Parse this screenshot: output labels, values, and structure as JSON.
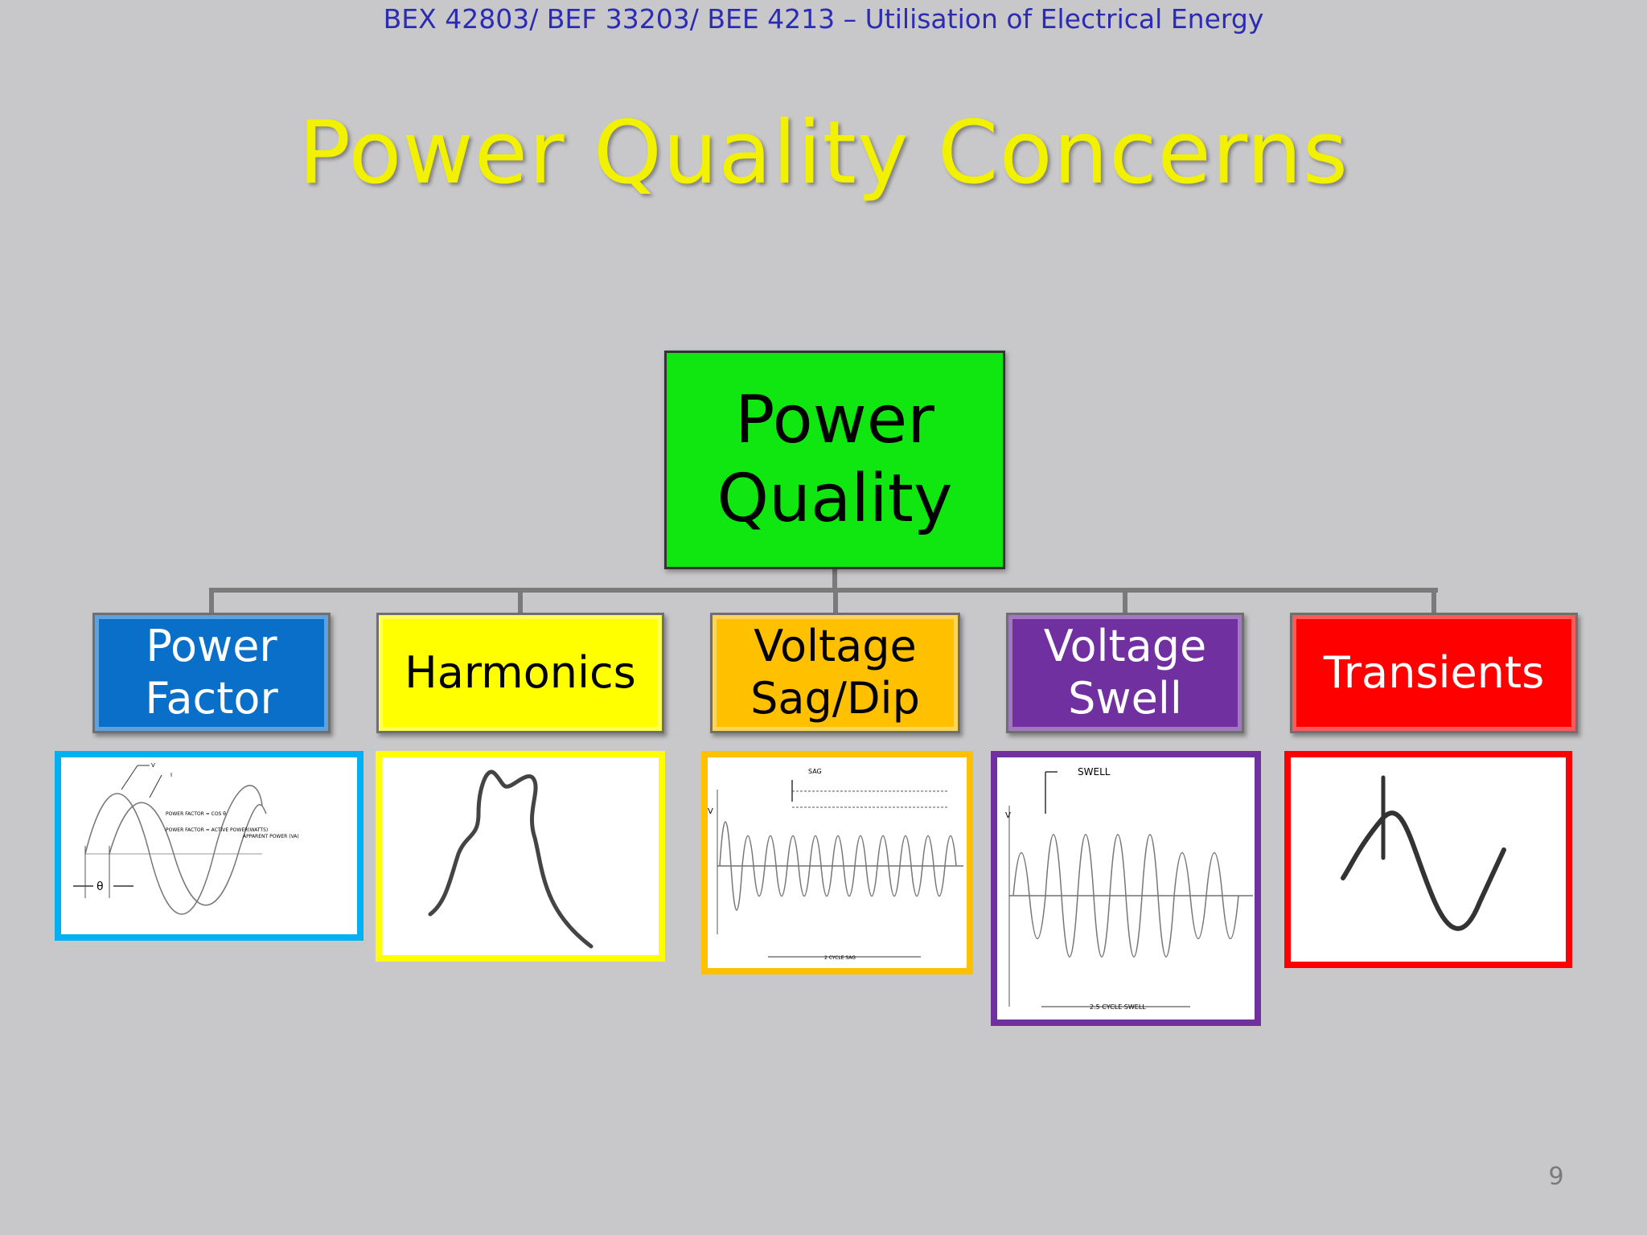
{
  "header": "BEX 42803/ BEF 33203/ BEE 4213 – Utilisation of Electrical Energy",
  "title": "Power Quality Concerns",
  "root": "Power\nQuality",
  "children": [
    {
      "label": "Power\nFactor",
      "color": "#0a6fc9"
    },
    {
      "label": "Harmonics",
      "color": "#ffff00"
    },
    {
      "label": "Voltage\nSag/Dip",
      "color": "#ffc000"
    },
    {
      "label": "Voltage\nSwell",
      "color": "#7030a0"
    },
    {
      "label": "Transients",
      "color": "#ff0000"
    }
  ],
  "figures": {
    "power_factor": {
      "label_v": "V",
      "label_i": "I",
      "line1": "POWER FACTOR = COS θ",
      "line2": "POWER FACTOR = ACTIVE POWER(WATTS)",
      "line3": "APPARENT POWER (VA)",
      "theta": "θ"
    },
    "sag": {
      "label": "SAG",
      "axis": "V",
      "cycle": "2 CYCLE SAG"
    },
    "swell": {
      "label": "SWELL",
      "axis": "V",
      "cycle": "2.5 CYCLE SWELL"
    }
  },
  "page_number": "9"
}
